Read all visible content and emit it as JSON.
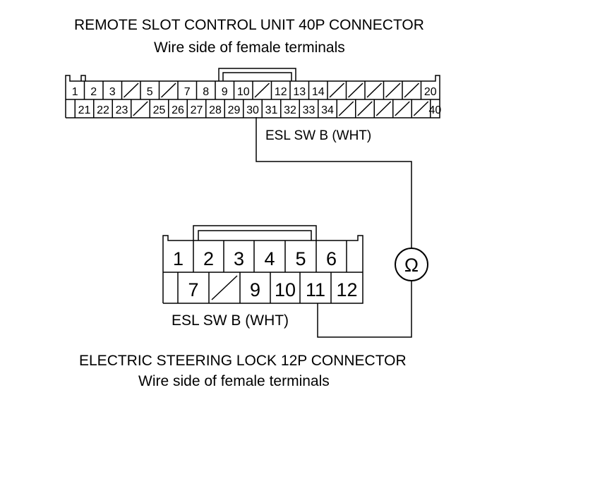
{
  "connector40": {
    "title": "REMOTE SLOT CONTROL UNIT 40P CONNECTOR",
    "subtitle": "Wire side of female terminals",
    "top_row": [
      "1",
      "2",
      "3",
      "",
      "5",
      "",
      "7",
      "8",
      "9",
      "10",
      "",
      "12",
      "13",
      "14",
      "",
      "",
      "",
      "",
      "",
      "20"
    ],
    "bottom_row": [
      "21",
      "22",
      "23",
      "",
      "25",
      "26",
      "27",
      "28",
      "29",
      "30",
      "31",
      "32",
      "33",
      "34",
      "",
      "",
      "",
      "",
      "",
      "40"
    ]
  },
  "connector12": {
    "title": "ELECTRIC STEERING LOCK 12P CONNECTOR",
    "subtitle": "Wire side of female terminals",
    "top_row": [
      "1",
      "2",
      "3",
      "4",
      "5",
      "6"
    ],
    "bottom_row": [
      "",
      "7",
      "",
      "9",
      "10",
      "11",
      "12"
    ]
  },
  "wire_label_top": "ESL SW B (WHT)",
  "wire_label_bottom": "ESL SW B (WHT)",
  "meter_symbol": "Ω"
}
